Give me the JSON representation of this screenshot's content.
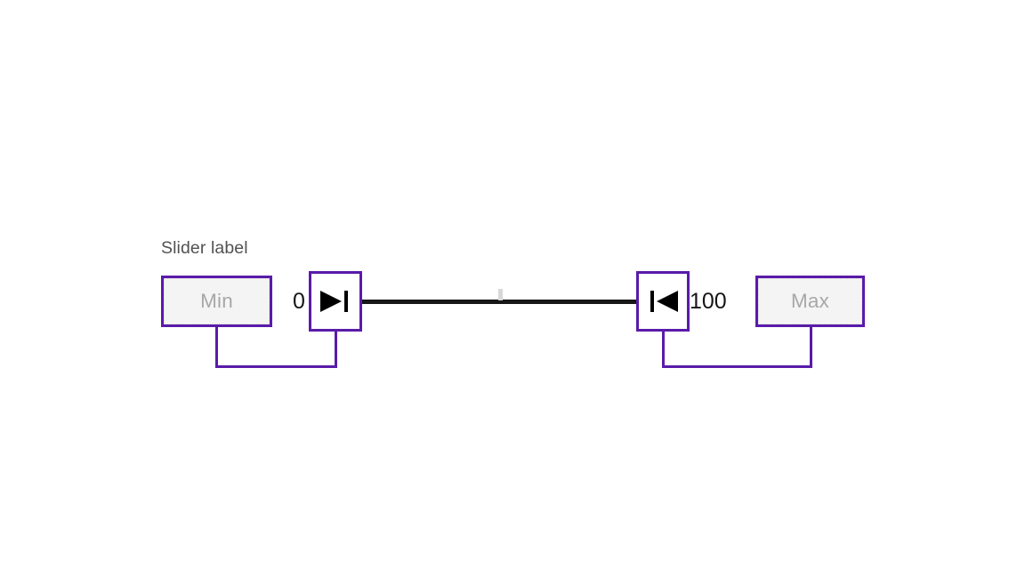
{
  "page": {
    "background": "#ffffff",
    "accent_focus_color": "#5a1ba9",
    "track_color": "#161616",
    "field_fill_color": "#f4f4f4",
    "placeholder_color": "#a8a8a8",
    "label_color": "#525252",
    "tick_color": "#d8d8d8"
  },
  "slider": {
    "label": "Slider label",
    "min_value_label": "0",
    "max_value_label": "100",
    "range_min": 0,
    "range_max": 100,
    "left_handle_value": 0,
    "right_handle_value": 100,
    "left_handle_icon": "skip-forward-icon",
    "right_handle_icon": "skip-back-icon",
    "tick_icon": "center-tick-mark"
  },
  "inputs": {
    "min": {
      "placeholder": "Min",
      "value": "",
      "name": "min-value-input"
    },
    "max": {
      "placeholder": "Max",
      "value": "",
      "name": "max-value-input"
    }
  }
}
